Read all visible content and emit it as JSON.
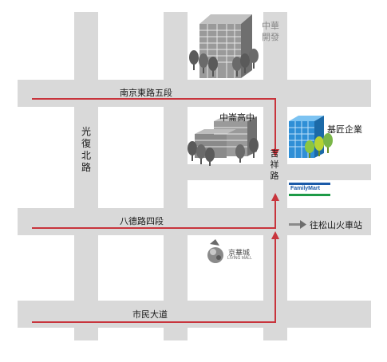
{
  "roads": {
    "horizontal": [
      "南京東路五段",
      "八德路四段",
      "市民大道"
    ],
    "vertical": [
      "光復北路",
      "吉祥路"
    ]
  },
  "landmarks": {
    "zhonghua": {
      "name": "中華\n開發"
    },
    "school": {
      "name": "中崙高中"
    },
    "jijiang": {
      "name": "基匠企業"
    },
    "familymart": {
      "name": "FamilyMart"
    },
    "jinghua": {
      "name": "京華城",
      "sub": "LIVING MALL"
    }
  },
  "direction": {
    "label": "往松山火車站"
  },
  "colors": {
    "road": "#d9d9d9",
    "route": "#c8343c",
    "building_gray": "#8e8e8e",
    "building_blue": "#2f8fd6",
    "tree": "#5a5a5a",
    "familymart_green": "#1e9a47",
    "familymart_blue": "#1b5aa8"
  }
}
